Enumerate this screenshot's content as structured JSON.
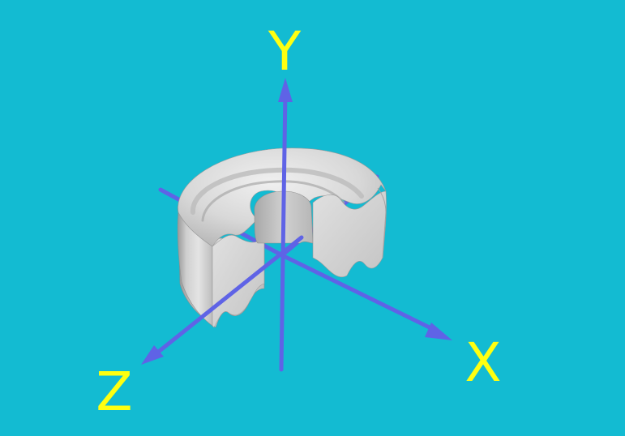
{
  "scene": {
    "background_color": "#13BBD2",
    "axis_color": "#5F63E6",
    "label_color": "#FFFF10",
    "object_color": "#D6D6D6",
    "object_name": "grooved-ring-segment",
    "axes": {
      "y": {
        "label": "Y"
      },
      "x": {
        "label": "X"
      },
      "z": {
        "label": "Z"
      }
    }
  }
}
